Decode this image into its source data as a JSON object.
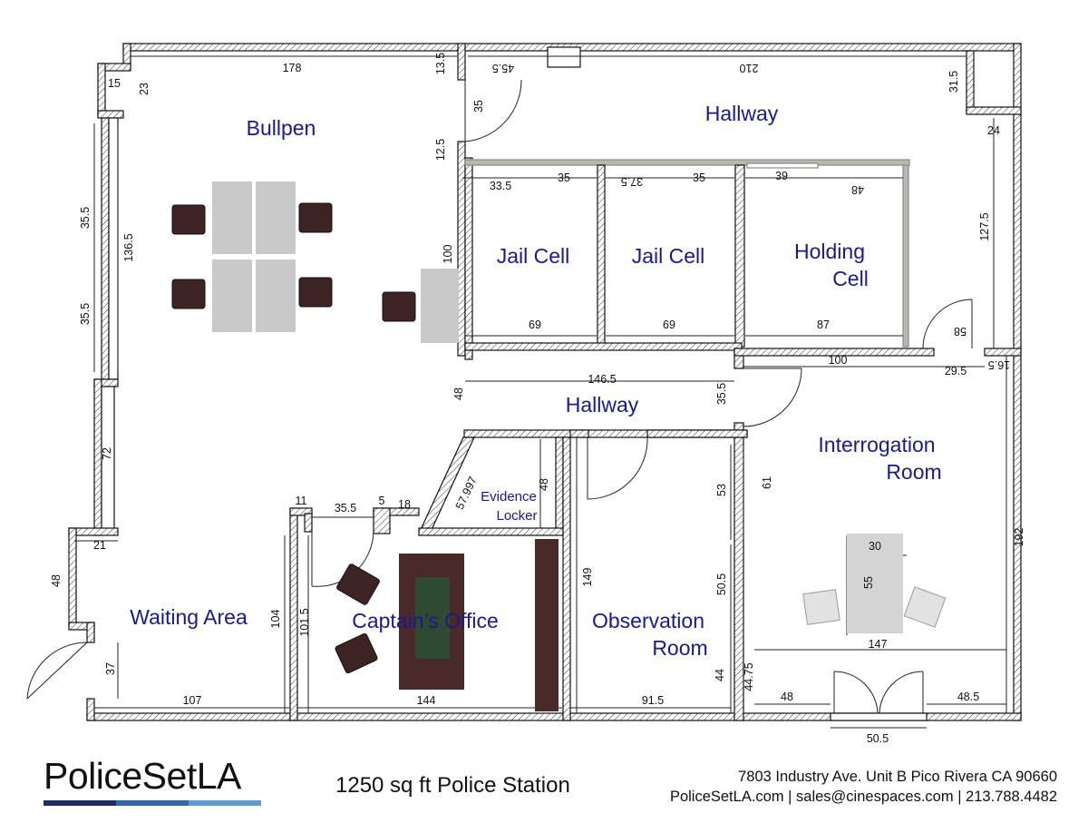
{
  "rooms": {
    "bullpen": "Bullpen",
    "hallway_top": "Hallway",
    "jail_cell_1": "Jail Cell",
    "jail_cell_2": "Jail Cell",
    "holding_cell_1": "Holding",
    "holding_cell_2": "Cell",
    "hallway_mid": "Hallway",
    "interrogation_1": "Interrogation",
    "interrogation_2": "Room",
    "evidence_1": "Evidence",
    "evidence_2": "Locker",
    "waiting": "Waiting Area",
    "captain": "Captain’s Office",
    "observation_1": "Observation",
    "observation_2": "Room"
  },
  "dimensions": {
    "d178": "178",
    "d13_5": "13.5",
    "d45_5": "45.5",
    "d210": "210",
    "d31_5": "31.5",
    "d15": "15",
    "d23": "23",
    "d35_door": "35",
    "d12_5": "12.5",
    "d24": "24",
    "d33_5": "33.5",
    "d35_a": "35",
    "d37_5": "37.5",
    "d35_b": "35",
    "d39": "39",
    "d48_hc": "48",
    "d35_5_top": "35.5",
    "d136_5": "136.5",
    "d35_5_bot": "35.5",
    "d100_bp": "100",
    "d127_5": "127.5",
    "d69_a": "69",
    "d69_b": "69",
    "d87": "87",
    "d58": "58",
    "d100_ir": "100",
    "d29_5": "29.5",
    "d16_5": "16.5",
    "d146_5": "146.5",
    "d48_hall": "48",
    "d35_5_hall": "35.5",
    "d72": "72",
    "d61": "61",
    "d57_997": "57.997",
    "d48_ev": "48",
    "d53": "53",
    "d11": "11",
    "d35_5_co": "35.5",
    "d5": "5",
    "d18": "18",
    "d21": "21",
    "d48_wait": "48",
    "d30": "30",
    "d55": "55",
    "d192": "192",
    "d149": "149",
    "d50_5_obs": "50.5",
    "d104": "104",
    "d101_5": "101.5",
    "d37": "37",
    "d147": "147",
    "d44": "44",
    "d44_75": "44.75",
    "d107": "107",
    "d144": "144",
    "d91_5": "91.5",
    "d48_ir": "48",
    "d48_5": "48.5",
    "d50_5_door": "50.5"
  },
  "footer": {
    "brand": "PoliceSetLA",
    "title": "1250 sq ft Police Station",
    "address": "7803 Industry Ave. Unit B Pico Rivera CA 90660",
    "contact": "PoliceSetLA.com | sales@cinespaces.com | 213.788.4482"
  },
  "colors": {
    "wall": "#222222",
    "wall_fill": "#ffffff",
    "room_label": "#1a1a8c",
    "table": "#c8c8c8",
    "chair": "#3d2424",
    "desk": "#4a2a28",
    "desk_blotter": "#2e4a30",
    "brand_bar": [
      "#1c2f66",
      "#2f66b0",
      "#5a9bd8"
    ]
  }
}
